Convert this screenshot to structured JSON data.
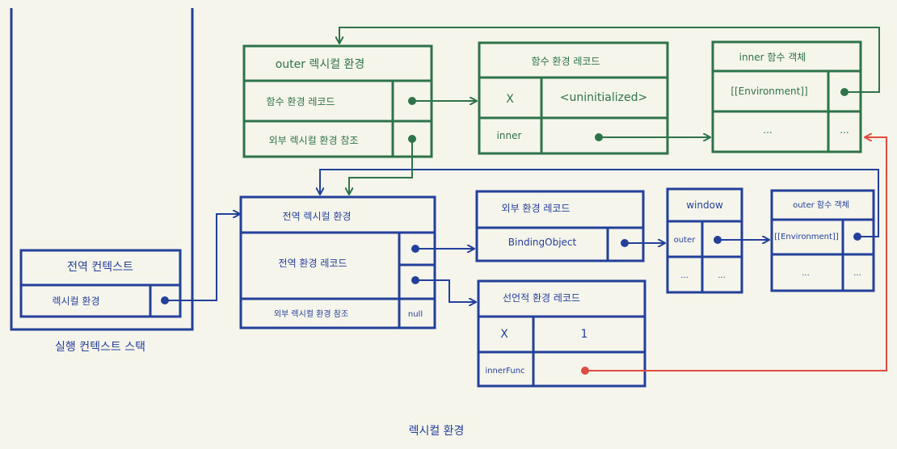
{
  "colors": {
    "background": "#f6f5ec",
    "blue": "#23409a",
    "green": "#2e7349",
    "red": "#de4b3f"
  },
  "stack": {
    "caption": "실행 컨텍스트 스택",
    "context_title": "전역 컨텍스트",
    "context_row": "렉시컬 환경"
  },
  "caption_bottom": "렉시컬 환경",
  "outer_lex": {
    "title": "outer 렉시컬 환경",
    "row1": "함수 환경 레코드",
    "row2": "외부 렉시컬 환경 참조"
  },
  "func_rec": {
    "title": "함수 환경 레코드",
    "r1k": "X",
    "r1v": "<uninitialized>",
    "r2k": "inner"
  },
  "inner_obj": {
    "title": "inner 함수 객체",
    "r1k": "[[Environment]]",
    "r2k": "...",
    "r2v": "..."
  },
  "global_lex": {
    "title": "전역 렉시컬 환경",
    "row1": "전역 환경 레코드",
    "row2": "외부 렉시컬 환경 참조",
    "row2v": "null"
  },
  "outer_rec": {
    "title": "외부 환경 레코드",
    "row1": "BindingObject"
  },
  "window": {
    "title": "window",
    "r1k": "outer",
    "r2k": "...",
    "r2v": "..."
  },
  "outer_obj": {
    "title": "outer 함수 객체",
    "r1k": "[[Environment]]",
    "r2k": "...",
    "r2v": "..."
  },
  "decl_rec": {
    "title": "선언적 환경 레코드",
    "r1k": "X",
    "r1v": "1",
    "r2k": "innerFunc"
  }
}
